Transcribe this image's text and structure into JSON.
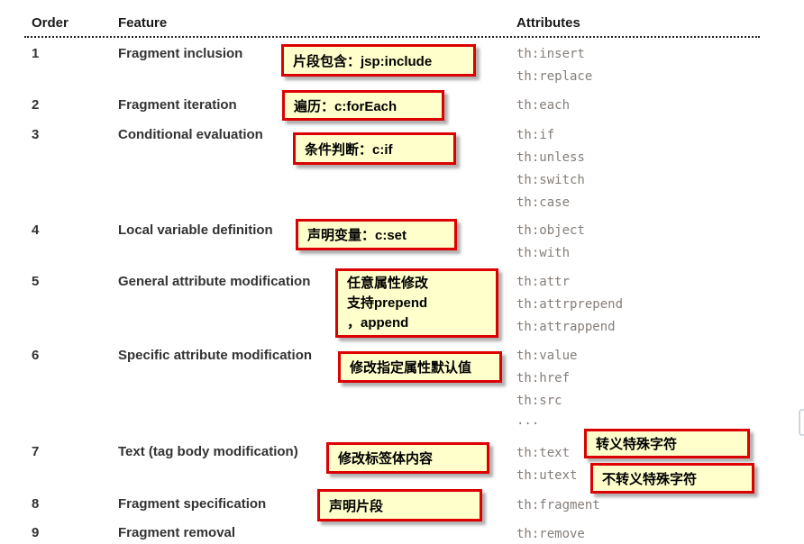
{
  "table": {
    "headers": [
      "Order",
      "Feature",
      "Attributes"
    ],
    "rows": [
      {
        "order": "1",
        "feature": "Fragment inclusion",
        "attributes": [
          "th:insert",
          "th:replace"
        ]
      },
      {
        "order": "2",
        "feature": "Fragment iteration",
        "attributes": [
          "th:each"
        ]
      },
      {
        "order": "3",
        "feature": "Conditional evaluation",
        "attributes": [
          "th:if",
          "th:unless",
          "th:switch",
          "th:case"
        ]
      },
      {
        "order": "4",
        "feature": "Local variable definition",
        "attributes": [
          "th:object",
          "th:with"
        ]
      },
      {
        "order": "5",
        "feature": "General attribute modification",
        "attributes": [
          "th:attr",
          "th:attrprepend",
          "th:attrappend"
        ]
      },
      {
        "order": "6",
        "feature": "Specific attribute modification",
        "attributes": [
          "th:value",
          "th:href",
          "th:src",
          "..."
        ]
      },
      {
        "order": "7",
        "feature": "Text (tag body modification)",
        "attributes": [
          "th:text",
          "th:utext"
        ]
      },
      {
        "order": "8",
        "feature": "Fragment specification",
        "attributes": [
          "th:fragment"
        ]
      },
      {
        "order": "9",
        "feature": "Fragment removal",
        "attributes": [
          "th:remove"
        ]
      }
    ]
  },
  "annotations": [
    {
      "text": "片段包含：jsp:include"
    },
    {
      "text": "遍历：c:forEach"
    },
    {
      "text": "条件判断：c:if"
    },
    {
      "text": "声明变量：c:set"
    },
    {
      "lines": [
        "任意属性修改",
        "支持prepend",
        "，append"
      ]
    },
    {
      "text": "修改指定属性默认值"
    },
    {
      "text": "修改标签体内容"
    },
    {
      "text": "声明片段"
    },
    {
      "text": "转义特殊字符"
    },
    {
      "text": "不转义特殊字符"
    }
  ],
  "colors": {
    "annotation_bg": "#ffffcc",
    "annotation_border": "#dd0000",
    "attribute_text": "#857e79",
    "feature_text": "#333333",
    "header_text": "#1a1a1a"
  }
}
